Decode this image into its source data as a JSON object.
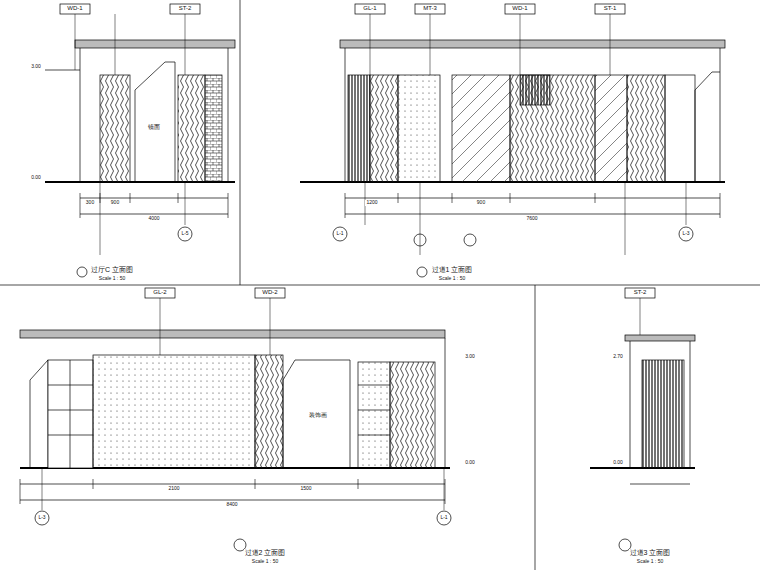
{
  "diagram": {
    "labels": [
      "过厅C 立面图",
      "Scale 1 : 50",
      "过道1 立面图",
      "Scale 1 : 50",
      "过道2 立面图",
      "Scale 1 : 50",
      "过道3 立面图",
      "Scale 1 : 50",
      "300",
      "900",
      "4000",
      "1200",
      "900",
      "7600",
      "2100",
      "1500",
      "8400",
      "3.00",
      "0.00",
      "3.00",
      "0.00",
      "2.70",
      "0.00",
      "镜面",
      "装饰画",
      "L-5",
      "L-1",
      "L-3",
      "L-3",
      "L-1",
      "WD-1",
      "ST-2",
      "GL-1",
      "MT-3",
      "WD-1",
      "ST-1",
      "GL-2",
      "WD-2",
      "ST-2"
    ]
  }
}
